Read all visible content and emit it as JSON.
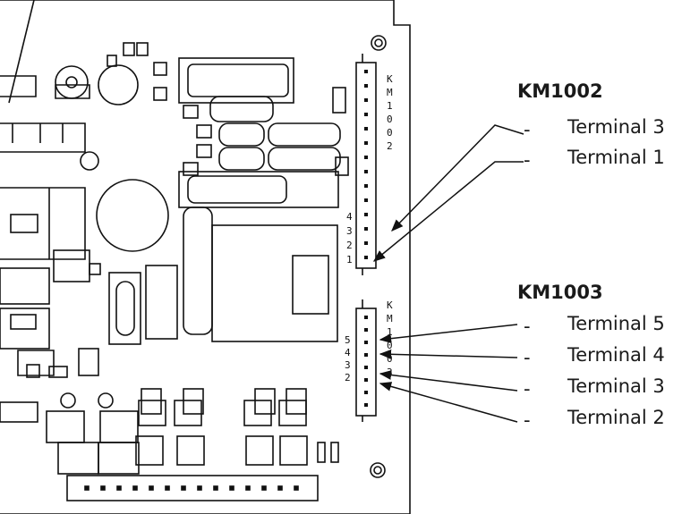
{
  "connectors": [
    {
      "title": "KM1002",
      "board_label": "KM1002",
      "pins": [
        "4",
        "3",
        "2",
        "1"
      ],
      "terminals": [
        "Terminal 3",
        "Terminal 1"
      ]
    },
    {
      "title": "KM1003",
      "board_label": "KM1003",
      "pins": [
        "5",
        "4",
        "3",
        "2"
      ],
      "terminals": [
        "Terminal 5",
        "Terminal 4",
        "Terminal 3",
        "Terminal 2"
      ]
    }
  ],
  "dash": "-"
}
